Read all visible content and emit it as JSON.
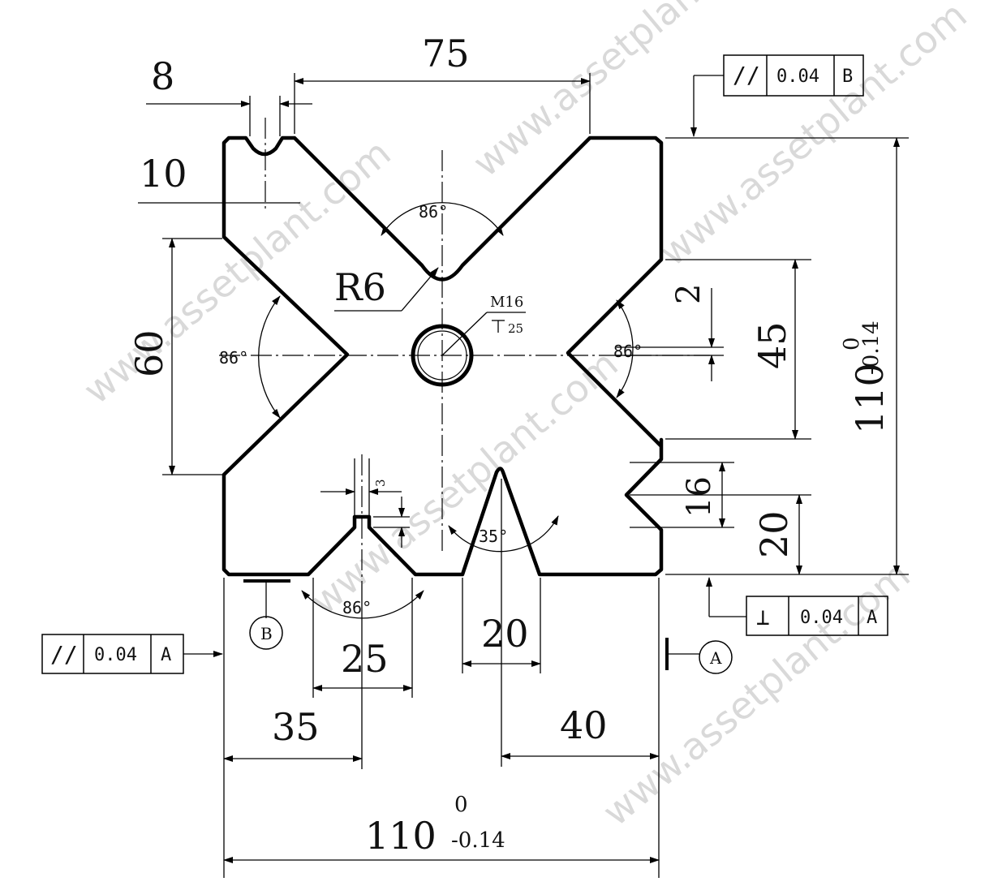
{
  "watermark": "www.assetplant.com",
  "dimensions": {
    "top_width": "75",
    "groove_width": "8",
    "groove_depth": "10",
    "radius": "R6",
    "left_height": "60",
    "right_v_width": "45",
    "right_small": "2",
    "right_slot": "16",
    "right_bottom": "20",
    "thread": "M16",
    "thread_depth": "25",
    "small_groove": "3",
    "bottom_v_width": "25",
    "bottom_center_width": "20",
    "left_offset": "35",
    "right_offset": "40",
    "overall": "110",
    "tol_upper": "0",
    "tol_lower": "-0.14"
  },
  "angles": {
    "top": "86°",
    "left": "86°",
    "right": "86°",
    "bottom_left": "86°",
    "bottom_center": "35°"
  },
  "feature_control": {
    "top_right": {
      "symbol": "//",
      "value": "0.04",
      "datum": "B"
    },
    "bottom_right": {
      "symbol": "⊥",
      "value": "0.04",
      "datum": "A"
    },
    "left": {
      "symbol": "//",
      "value": "0.04",
      "datum": "A"
    }
  },
  "datums": {
    "a": "A",
    "b": "B"
  }
}
